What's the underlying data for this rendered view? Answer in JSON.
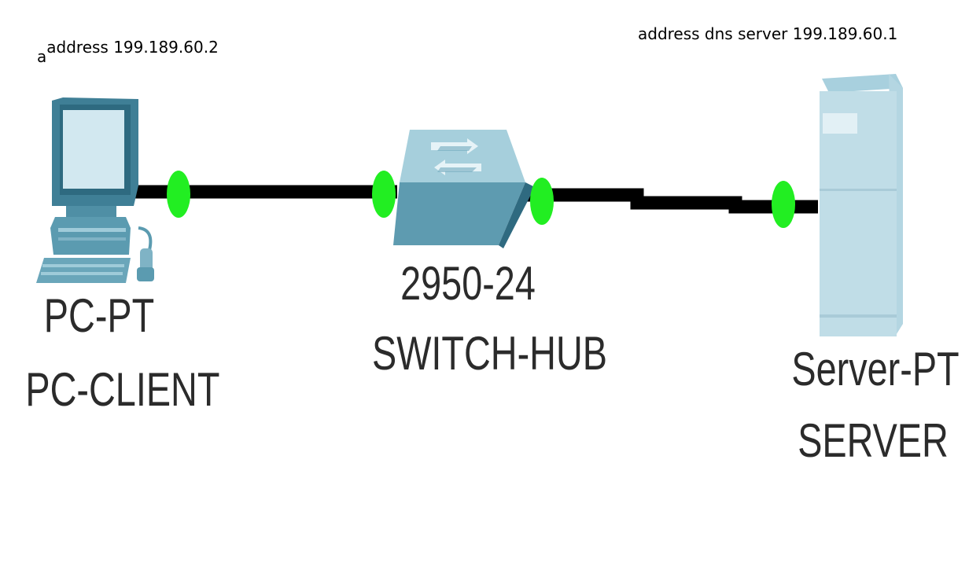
{
  "annotations": {
    "pc_prefix": "a",
    "pc_address": "address 199.189.60.2",
    "server_address": "address dns server 199.189.60.1"
  },
  "devices": {
    "pc": {
      "model": "PC-PT",
      "name": "PC-CLIENT",
      "icon": "desktop-pc-icon"
    },
    "switch": {
      "model": "2950-24",
      "name": "SWITCH-HUB",
      "icon": "network-switch-icon"
    },
    "server": {
      "model": "Server-PT",
      "name": "SERVER",
      "icon": "tower-server-icon"
    }
  },
  "links": [
    {
      "from": "PC-CLIENT",
      "to": "SWITCH-HUB",
      "status": "up"
    },
    {
      "from": "SWITCH-HUB",
      "to": "SERVER",
      "status": "up"
    }
  ],
  "colors": {
    "link_up": "#22ee22",
    "cable": "#000000",
    "device_fill": "#8cc0d0",
    "label_text": "#2b2b2b"
  }
}
